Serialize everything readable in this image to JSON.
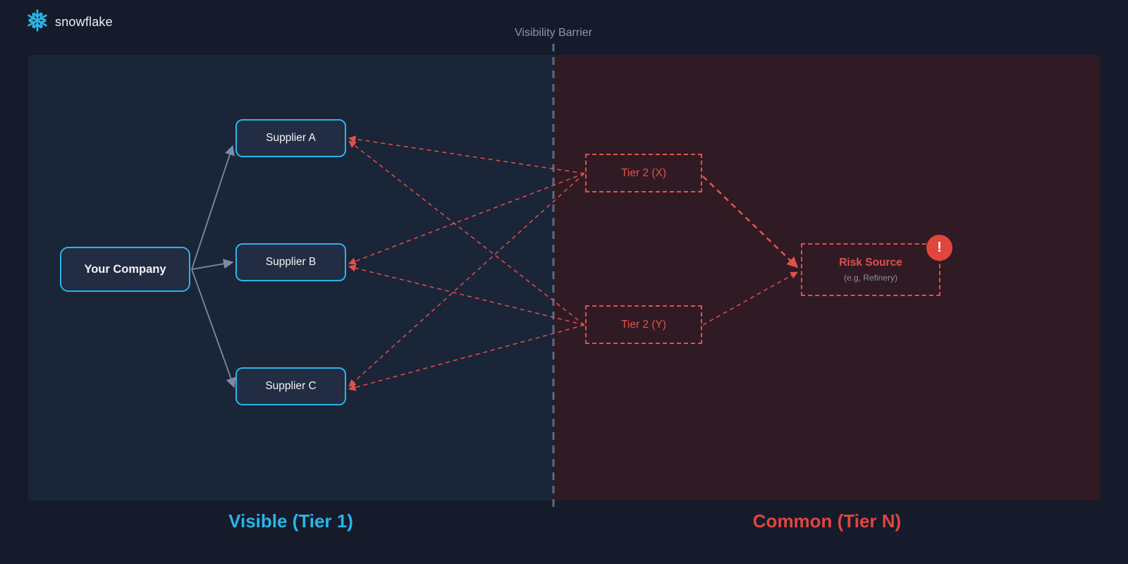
{
  "brand": {
    "name": "snowflake",
    "logo_color": "#29b5e8"
  },
  "barrier": {
    "label": "Visibility Barrier",
    "line_color": "#5b6a84"
  },
  "regions": {
    "visible": {
      "label": "Visible (Tier 1)",
      "accent": "#29b5e8",
      "bg": "#1a2538"
    },
    "common": {
      "label": "Common (Tier N)",
      "accent": "#e2453c",
      "bg": "#301a24"
    }
  },
  "nodes": {
    "your_company": {
      "label": "Your Company"
    },
    "supplier_a": {
      "label": "Supplier A"
    },
    "supplier_b": {
      "label": "Supplier B"
    },
    "supplier_c": {
      "label": "Supplier C"
    },
    "tier2_x": {
      "label": "Tier 2 (X)"
    },
    "tier2_y": {
      "label": "Tier 2 (Y)"
    },
    "risk_source": {
      "label": "Risk Source",
      "sublabel": "(e.g, Refinery)",
      "badge": "!"
    }
  },
  "edges": [
    {
      "from": "your_company",
      "to": "supplier_a",
      "style": "solid-blue-arrow"
    },
    {
      "from": "your_company",
      "to": "supplier_b",
      "style": "solid-blue-arrow"
    },
    {
      "from": "your_company",
      "to": "supplier_c",
      "style": "solid-blue-arrow"
    },
    {
      "from": "tier2_x",
      "to": "supplier_a",
      "style": "dashed-red-arrow"
    },
    {
      "from": "tier2_x",
      "to": "supplier_b",
      "style": "dashed-red-arrow"
    },
    {
      "from": "tier2_x",
      "to": "supplier_c",
      "style": "dashed-red-arrow"
    },
    {
      "from": "tier2_y",
      "to": "supplier_a",
      "style": "dashed-red-arrow"
    },
    {
      "from": "tier2_y",
      "to": "supplier_b",
      "style": "dashed-red-arrow"
    },
    {
      "from": "tier2_y",
      "to": "supplier_c",
      "style": "dashed-red-arrow"
    },
    {
      "from": "tier2_x",
      "to": "risk_source",
      "style": "dashed-red-arrow-thick"
    },
    {
      "from": "tier2_y",
      "to": "risk_source",
      "style": "dashed-red-arrow"
    }
  ],
  "colors": {
    "page_bg": "#151b2b",
    "node_border_blue": "#29b5e8",
    "node_fill": "#222c42",
    "dashed_red": "#e0524b",
    "solid_arrow_gray": "#7d8aa8",
    "badge_red": "#e2453c"
  }
}
